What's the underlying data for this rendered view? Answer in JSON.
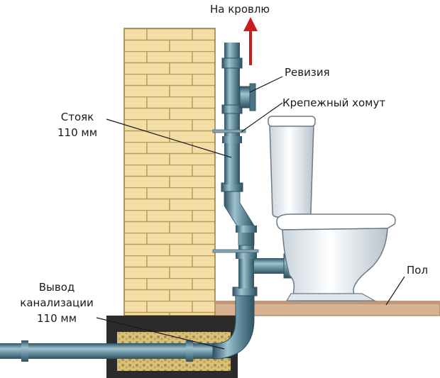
{
  "labels": {
    "roof": "На кровлю",
    "revision": "Ревизия",
    "clamp": "Крепежный хомут",
    "riser_line1": "Стояк",
    "riser_line2": "110 мм",
    "floor": "Пол",
    "outlet_line1": "Вывод",
    "outlet_line2": "канализации",
    "outlet_line3": "110 мм"
  },
  "colors": {
    "pipe": "#6c95a5",
    "pipe_dark": "#3f6575",
    "brick": "#f3dea5",
    "mortar": "#b89a5a",
    "floor": "#d8b291",
    "arrow": "#c81e1e",
    "ceramic": "#eef2f6"
  }
}
